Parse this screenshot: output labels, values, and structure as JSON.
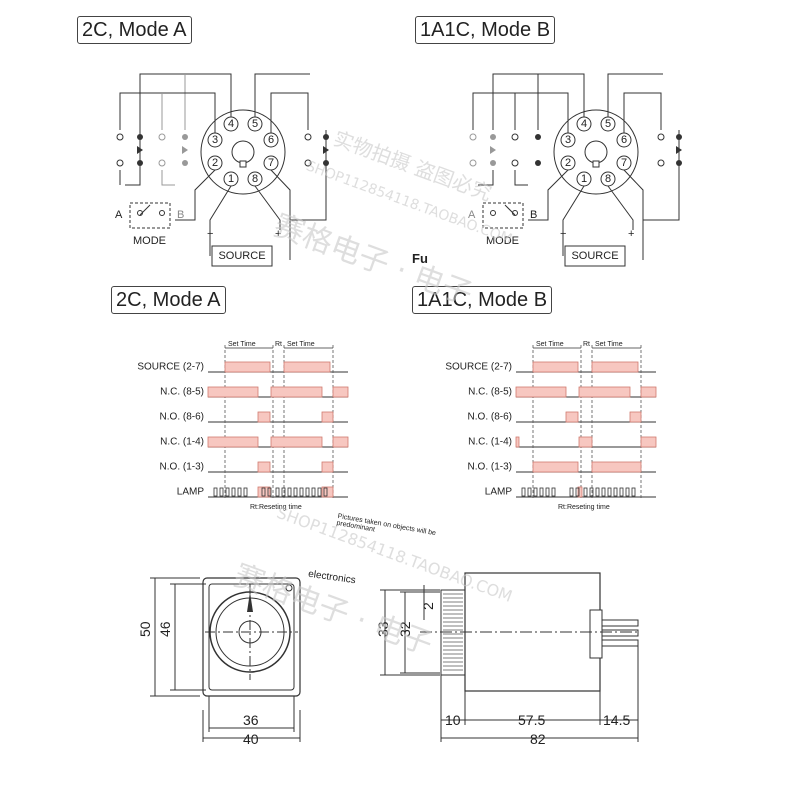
{
  "titles": {
    "top_left": "2C, Mode A",
    "top_right": "1A1C, Mode B",
    "mid_left": "2C, Mode A",
    "mid_right": "1A1C, Mode B"
  },
  "wiring": {
    "pins": [
      "1",
      "2",
      "3",
      "4",
      "5",
      "6",
      "7",
      "8"
    ],
    "source_label": "SOURCE",
    "minus": "−",
    "plus": "+",
    "mode_label": "MODE",
    "switch_a": "A",
    "switch_b": "B"
  },
  "timing": {
    "rows": [
      "SOURCE (2-7)",
      "N.C.  (8-5)",
      "N.O.  (8-6)",
      "N.C.  (1-4)",
      "N.O.  (1-3)",
      "LAMP"
    ],
    "set_time": "Set Time",
    "rt": "Rt",
    "footer": "Rt:Reseting time"
  },
  "dimensions": {
    "front_height_outer": "50",
    "front_height_inner": "46",
    "front_width_inner": "36",
    "front_width_outer": "40",
    "side_33": "33",
    "side_32": "32",
    "side_2": "2",
    "side_10": "10",
    "side_575": "57.5",
    "side_145": "14.5",
    "side_82": "82"
  },
  "overlay": {
    "fu": "Fu",
    "note": "Pictures taken on objects will be predominant",
    "electronics": "electronics",
    "watermark_1": "实物拍摄 盗图必究",
    "watermark_2": "SHOP112854118.TAOBAO.COM",
    "watermark_3": "赛格电子 · 电子"
  },
  "colors": {
    "pulse_fill": "#f7c7c0",
    "pulse_stroke": "#d07a6f",
    "line": "#333333"
  }
}
